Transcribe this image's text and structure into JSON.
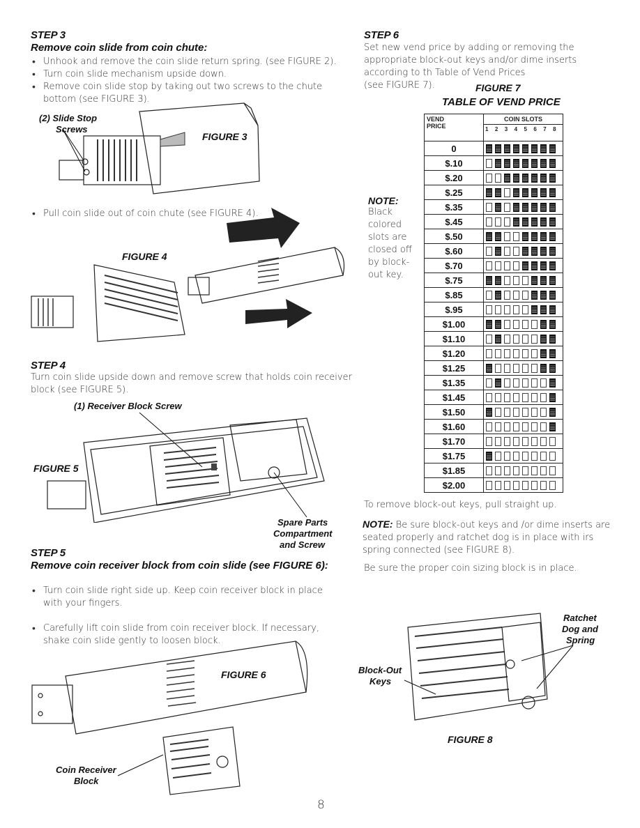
{
  "step3": {
    "heading": "STEP 3",
    "title": "Remove coin slide from coin chute:",
    "bullets": [
      "Unhook and remove the coin slide return spring.  (see FIGURE 2).",
      "Turn coin slide mechanism upside down.",
      "Remove coin slide stop by taking out two screws to the chute bottom (see FIGURE 3)."
    ],
    "fig3_callout_line1": "(2) Slide Stop",
    "fig3_callout_line2": "Screws",
    "fig3_label": "FIGURE 3",
    "bullet4": "Pull coin slide out of coin chute (see FIGURE 4).",
    "fig4_label": "FIGURE 4"
  },
  "step4": {
    "heading": "STEP 4",
    "text": "Turn coin slide upside down and remove screw that holds coin receiver block (see FIGURE 5).",
    "fig5_callout": "(1) Receiver Block Screw",
    "fig5_label": "FIGURE 5",
    "spare_line1": "Spare Parts",
    "spare_line2": "Compartment",
    "spare_line3": "and Screw"
  },
  "step5": {
    "heading": "STEP 5",
    "title": "Remove coin receiver block from coin slide (see FIGURE 6):",
    "bullets": [
      "Turn coin slide right side up.  Keep coin receiver block in place with your fingers.",
      "Carefully lift coin slide from coin receiver block.  If necessary, shake coin slide gently to loosen block."
    ],
    "fig6_label": "FIGURE 6",
    "coin_receiver_line1": "Coin Receiver",
    "coin_receiver_line2": "Block"
  },
  "step6": {
    "heading": "STEP 6",
    "text": "Set new vend price by adding or removing the appropriate block-out keys and/or dime inserts according to th Table of Vend Prices",
    "see": "(see FIGURE 7).",
    "fig7_label": "FIGURE 7",
    "table_title": "TABLE OF VEND PRICE"
  },
  "note_side": {
    "label": "NOTE:",
    "lines": [
      "Black",
      "colored",
      "slots are",
      "closed off",
      "by block-",
      "out key."
    ]
  },
  "table": {
    "hdr_price_1": "VEND",
    "hdr_price_2": "PRICE",
    "hdr_slots": "COIN SLOTS",
    "slot_numbers": "1 2 3 4 5 6 7 8",
    "rows": [
      {
        "price": "0",
        "slots": [
          1,
          1,
          1,
          1,
          1,
          1,
          1,
          1
        ]
      },
      {
        "price": "$.10",
        "slots": [
          0,
          1,
          1,
          1,
          1,
          1,
          1,
          1
        ]
      },
      {
        "price": "$.20",
        "slots": [
          0,
          0,
          1,
          1,
          1,
          1,
          1,
          1
        ]
      },
      {
        "price": "$.25",
        "slots": [
          1,
          1,
          0,
          1,
          1,
          1,
          1,
          1
        ]
      },
      {
        "price": "$.35",
        "slots": [
          0,
          1,
          0,
          1,
          1,
          1,
          1,
          1
        ]
      },
      {
        "price": "$.45",
        "slots": [
          0,
          0,
          0,
          1,
          1,
          1,
          1,
          1
        ]
      },
      {
        "price": "$.50",
        "slots": [
          1,
          1,
          0,
          0,
          1,
          1,
          1,
          1
        ]
      },
      {
        "price": "$.60",
        "slots": [
          0,
          1,
          0,
          0,
          1,
          1,
          1,
          1
        ]
      },
      {
        "price": "$.70",
        "slots": [
          0,
          0,
          0,
          0,
          1,
          1,
          1,
          1
        ]
      },
      {
        "price": "$.75",
        "slots": [
          1,
          1,
          0,
          0,
          0,
          1,
          1,
          1
        ]
      },
      {
        "price": "$.85",
        "slots": [
          0,
          1,
          0,
          0,
          0,
          1,
          1,
          1
        ]
      },
      {
        "price": "$.95",
        "slots": [
          0,
          0,
          0,
          0,
          0,
          1,
          1,
          1
        ]
      },
      {
        "price": "$1.00",
        "slots": [
          1,
          1,
          0,
          0,
          0,
          0,
          1,
          1
        ]
      },
      {
        "price": "$1.10",
        "slots": [
          0,
          1,
          0,
          0,
          0,
          0,
          1,
          1
        ]
      },
      {
        "price": "$1.20",
        "slots": [
          0,
          0,
          0,
          0,
          0,
          0,
          1,
          1
        ]
      },
      {
        "price": "$1.25",
        "slots": [
          1,
          0,
          0,
          0,
          0,
          0,
          1,
          1
        ]
      },
      {
        "price": "$1.35",
        "slots": [
          0,
          1,
          0,
          0,
          0,
          0,
          0,
          1
        ]
      },
      {
        "price": "$1.45",
        "slots": [
          0,
          0,
          0,
          0,
          0,
          0,
          0,
          1
        ]
      },
      {
        "price": "$1.50",
        "slots": [
          1,
          0,
          0,
          0,
          0,
          0,
          0,
          1
        ]
      },
      {
        "price": "$1.60",
        "slots": [
          0,
          0,
          0,
          0,
          0,
          0,
          0,
          1
        ]
      },
      {
        "price": "$1.70",
        "slots": [
          0,
          0,
          0,
          0,
          0,
          0,
          0,
          0
        ]
      },
      {
        "price": "$1.75",
        "slots": [
          1,
          0,
          0,
          0,
          0,
          0,
          0,
          0
        ]
      },
      {
        "price": "$1.85",
        "slots": [
          0,
          0,
          0,
          0,
          0,
          0,
          0,
          0
        ]
      },
      {
        "price": "$2.00",
        "slots": [
          0,
          0,
          0,
          0,
          0,
          0,
          0,
          0
        ]
      }
    ]
  },
  "after_table": {
    "remove_text": "To remove block-out keys, pull straight up.",
    "note_label": "NOTE:",
    "note_text": " Be sure block-out keys and /or dime inserts are seated properly and ratchet dog is in place with irs spring connected (see FIGURE 8).",
    "sizing_text": "Be sure the proper coin sizing block is in place."
  },
  "fig8": {
    "ratchet_line1": "Ratchet",
    "ratchet_line2": "Dog and",
    "ratchet_line3": "Spring",
    "blockout_line1": "Block-Out",
    "blockout_line2": "Keys",
    "label": "FIGURE 8"
  },
  "page_number": "8"
}
